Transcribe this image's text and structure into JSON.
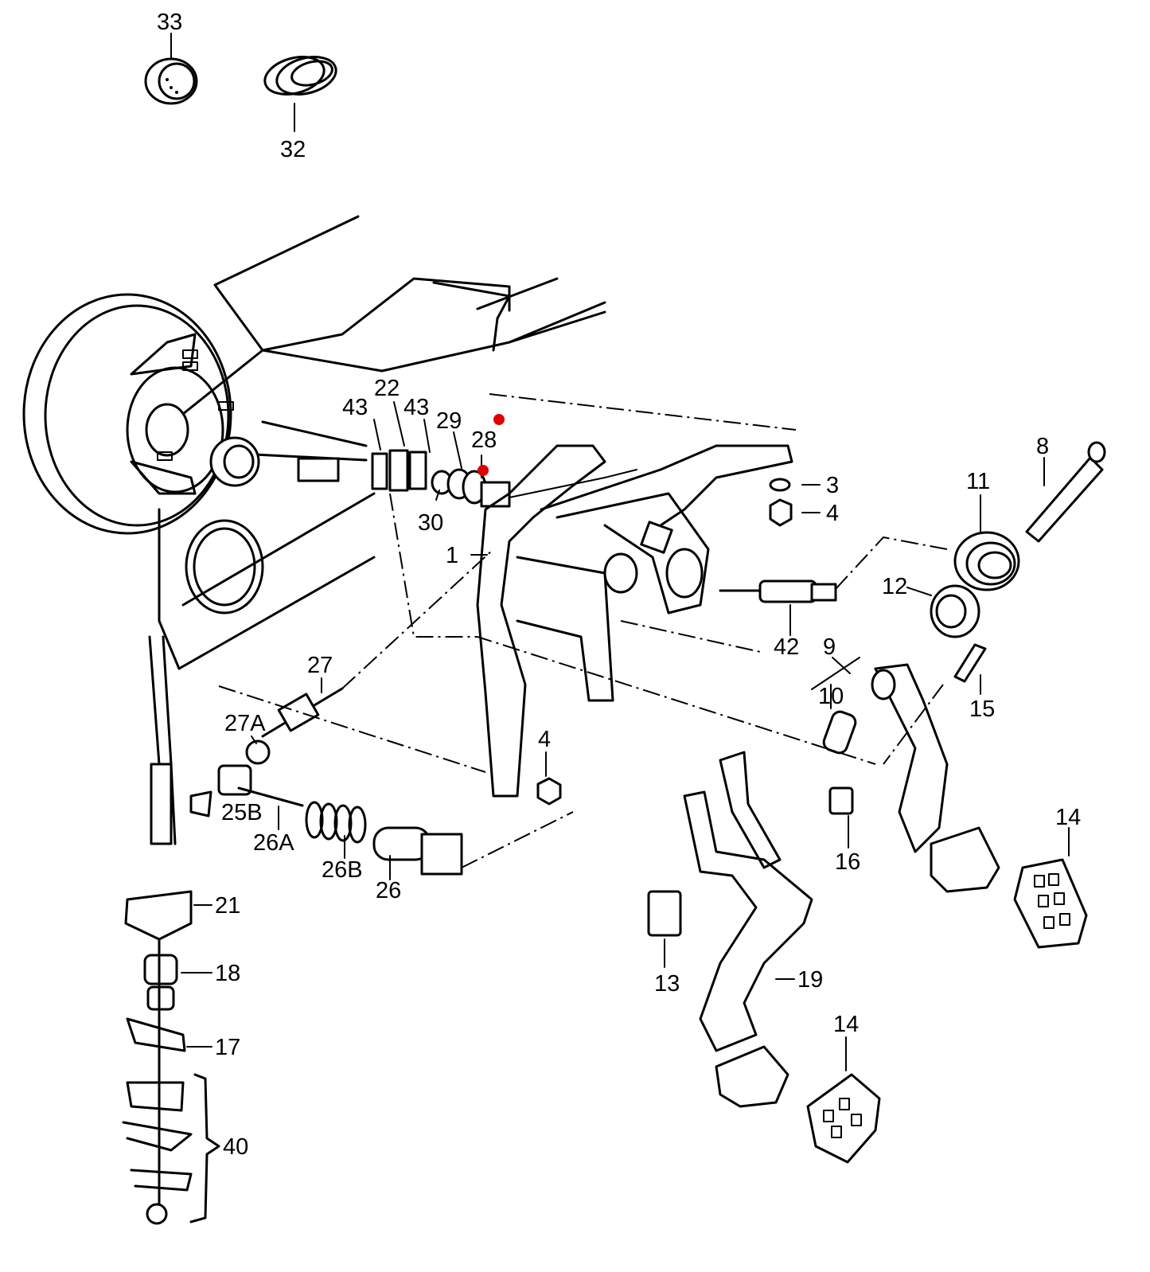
{
  "callouts": {
    "c1": "1",
    "c3": "3",
    "c4a": "4",
    "c4b": "4",
    "c8": "8",
    "c9": "9",
    "c10": "10",
    "c11": "11",
    "c12": "12",
    "c13": "13",
    "c14a": "14",
    "c14b": "14",
    "c15": "15",
    "c16": "16",
    "c17": "17",
    "c18": "18",
    "c19": "19",
    "c21": "21",
    "c22": "22",
    "c25b": "25B",
    "c26": "26",
    "c26a": "26A",
    "c26b": "26B",
    "c27": "27",
    "c27a": "27A",
    "c28": "28",
    "c29": "29",
    "c30": "30",
    "c32": "32",
    "c33": "33",
    "c40": "40",
    "c42": "42",
    "c43a": "43",
    "c43b": "43"
  },
  "markers": {
    "color": "#e00000"
  }
}
